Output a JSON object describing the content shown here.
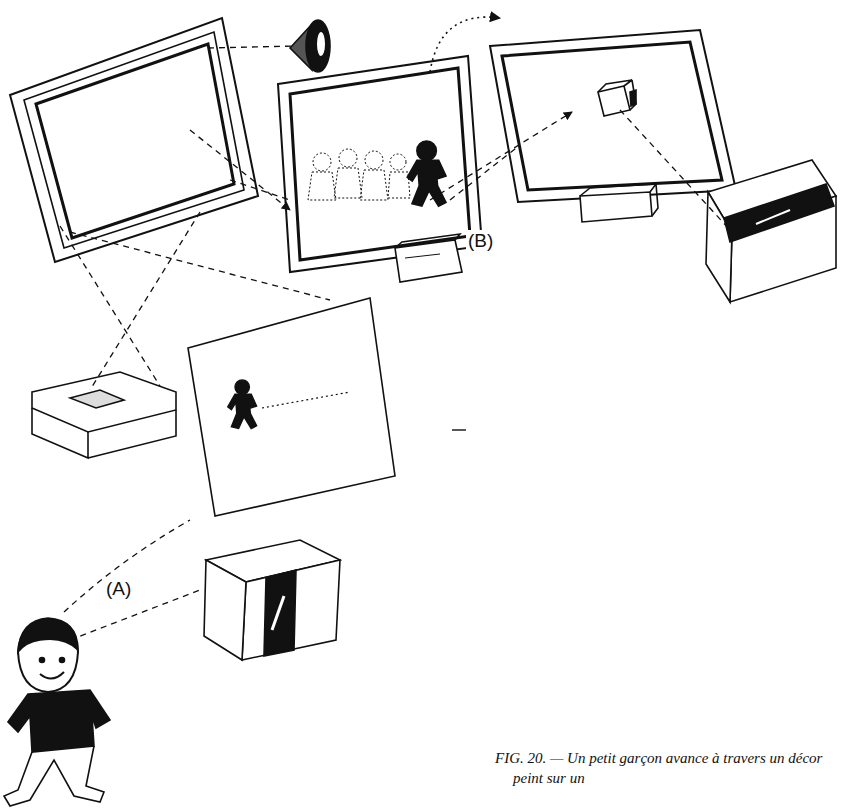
{
  "diagram": {
    "caption": "FIG. 20. — Un petit garçon avance à travers un décor peint sur un",
    "labels": [
      "(A)",
      "(B)"
    ]
  }
}
